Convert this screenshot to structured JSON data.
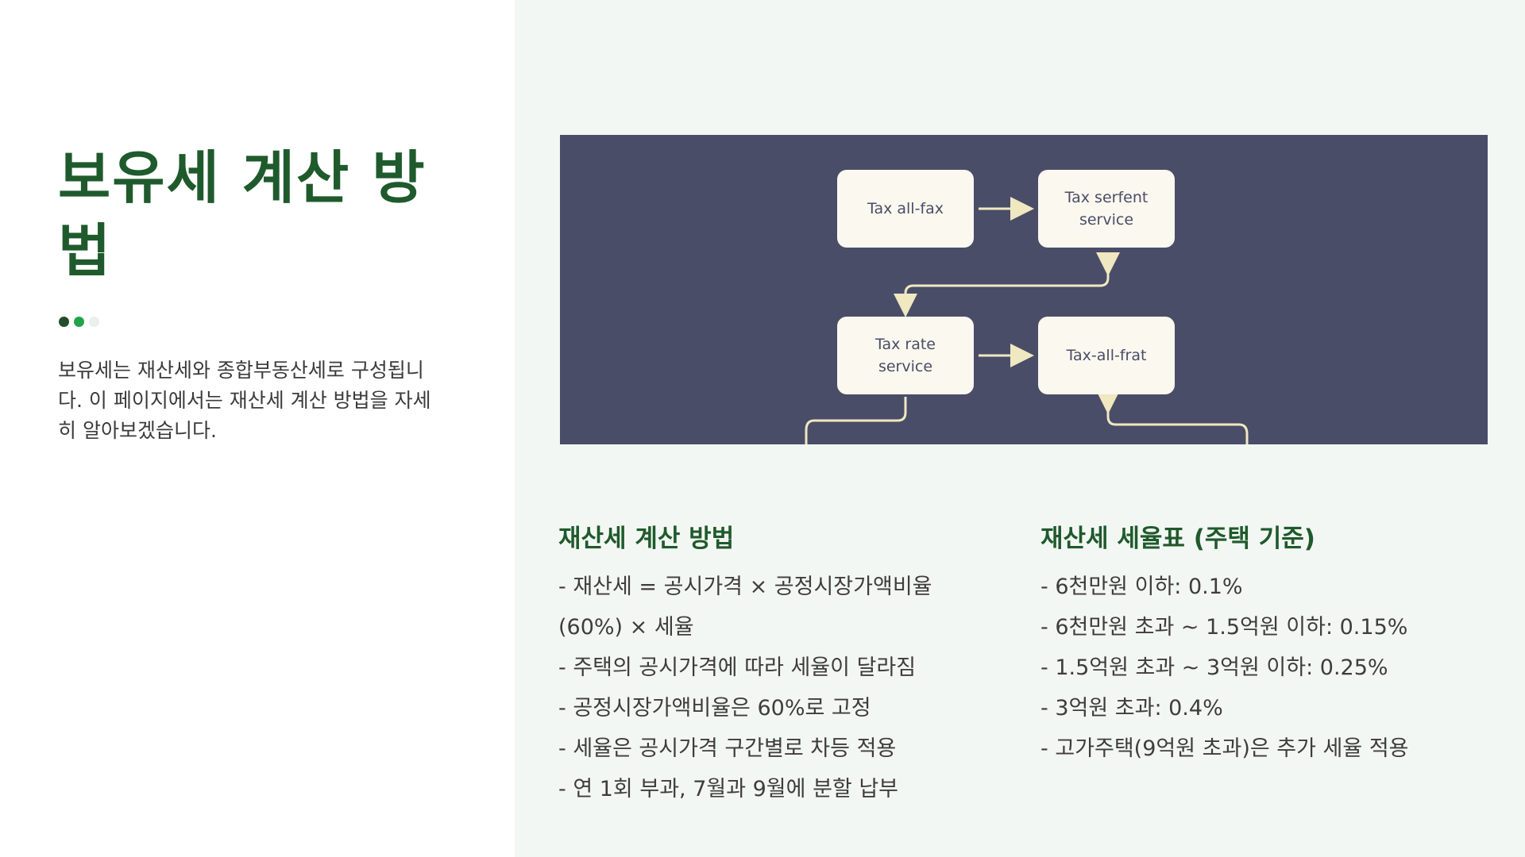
{
  "title": "보유세 계산 방법",
  "intro": "보유세는 재산세와 종합부동산세로 구성됩니다. 이 페이지에서는 재산세 계산 방법을 자세히 알아보겠습니다.",
  "diagram": {
    "nodes": [
      "Tax all-fax",
      "Tax serfent service",
      "Tax rate service",
      "Tax-all-frat"
    ]
  },
  "method": {
    "heading": "재산세 계산 방법",
    "lines": [
      "- 재산세 = 공시가격 × 공정시장가액비율",
      "(60%) × 세율",
      "- 주택의 공시가격에 따라 세율이 달라짐",
      "- 공정시장가액비율은 60%로 고정",
      "- 세율은 공시가격 구간별로 차등 적용",
      "- 연 1회 부과, 7월과 9월에 분할 납부"
    ]
  },
  "rates": {
    "heading": "재산세 세율표 (주택 기준)",
    "lines": [
      "- 6천만원 이하: 0.1%",
      "- 6천만원 초과 ~ 1.5억원 이하: 0.15%",
      "- 1.5억원 초과 ~ 3억원 이하: 0.25%",
      "- 3억원 초과: 0.4%",
      "- 고가주택(9억원 초과)은 추가 세율 적용"
    ]
  },
  "colors": {
    "accent": "#1f5a2c",
    "diagram_bg": "#4a4d67",
    "connector": "#efe8c0"
  }
}
